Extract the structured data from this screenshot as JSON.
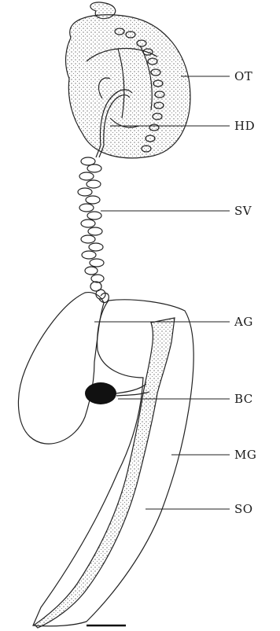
{
  "figure": {
    "labels": {
      "ot": "OT",
      "hd": "HD",
      "sv": "SV",
      "ag": "AG",
      "bc": "BC",
      "mg": "MG",
      "so": "SO"
    }
  }
}
